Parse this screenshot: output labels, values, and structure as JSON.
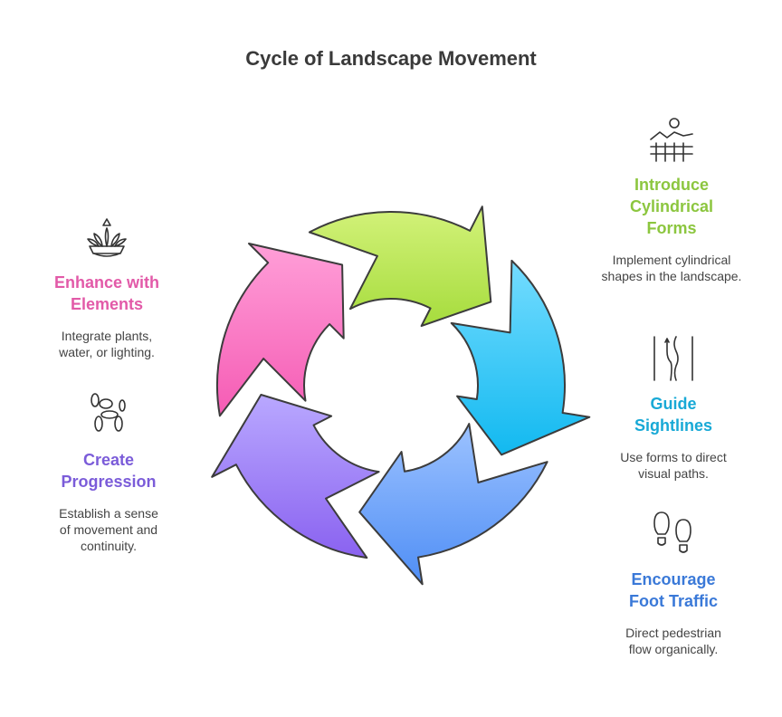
{
  "title": "Cycle of Landscape Movement",
  "colors": {
    "pink": "#e25aa8",
    "purple": "#7b5cd9",
    "green": "#8cc63f",
    "cyan": "#18a9d6",
    "blue": "#3a79d8"
  },
  "items": [
    {
      "heading": "Enhance with Elements",
      "description": "Integrate plants, water, or lighting.",
      "icon": "plant-bowl-icon",
      "color": "#e25aa8"
    },
    {
      "heading": "Create Progression",
      "description": "Establish a sense of movement and continuity.",
      "icon": "balloon-dog-icon",
      "color": "#7b5cd9"
    },
    {
      "heading": "Introduce Cylindrical Forms",
      "description": "Implement cylindrical shapes in the landscape.",
      "icon": "landscape-fence-icon",
      "color": "#8cc63f"
    },
    {
      "heading": "Guide Sightlines",
      "description": "Use forms to direct visual paths.",
      "icon": "road-path-icon",
      "color": "#18a9d6"
    },
    {
      "heading": "Encourage Foot Traffic",
      "description": "Direct pedestrian flow organically.",
      "icon": "footprints-icon",
      "color": "#3a79d8"
    }
  ]
}
